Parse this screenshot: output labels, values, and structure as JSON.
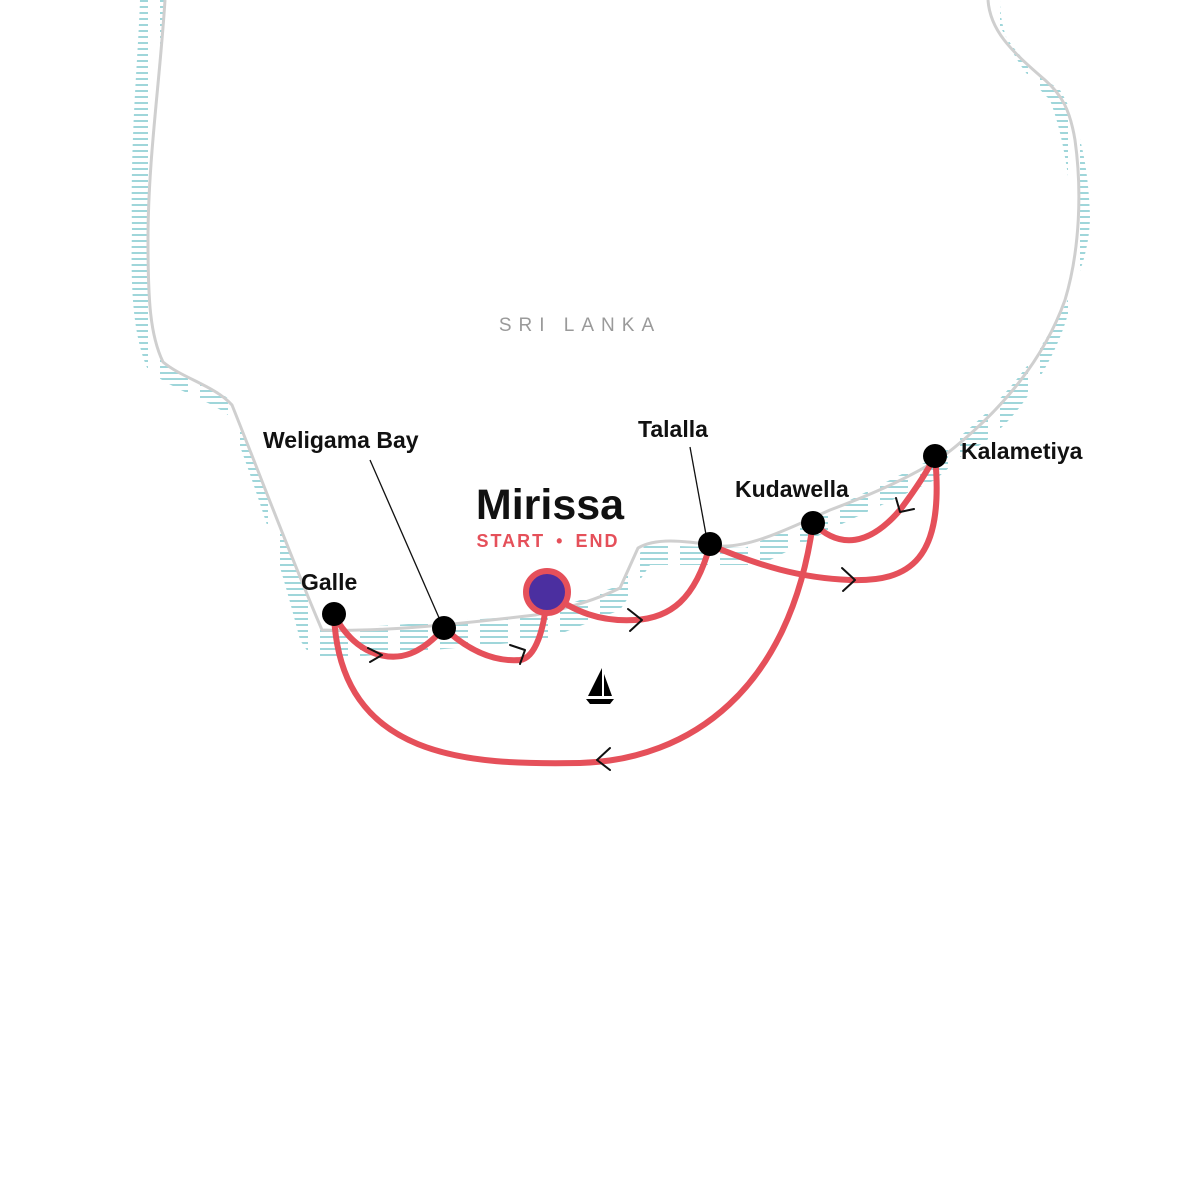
{
  "map": {
    "country": "SRI LANKA",
    "start_end": {
      "name": "Mirissa",
      "subtitle_start": "START",
      "subtitle_separator": "•",
      "subtitle_end": "END"
    },
    "stops": [
      {
        "id": "galle",
        "name": "Galle"
      },
      {
        "id": "weligama",
        "name": "Weligama Bay"
      },
      {
        "id": "talalla",
        "name": "Talalla"
      },
      {
        "id": "kudawella",
        "name": "Kudawella"
      },
      {
        "id": "kalametiya",
        "name": "Kalametiya"
      }
    ],
    "icons": [
      "sailboat-icon"
    ],
    "colors": {
      "route": "#e5505a",
      "coast": "#cfcfcf",
      "water_hatch": "#9fd6da",
      "start_marker": "#4b2fa0",
      "stop_marker": "#000000",
      "label": "#111111",
      "country_label": "#9a9a9a"
    }
  }
}
